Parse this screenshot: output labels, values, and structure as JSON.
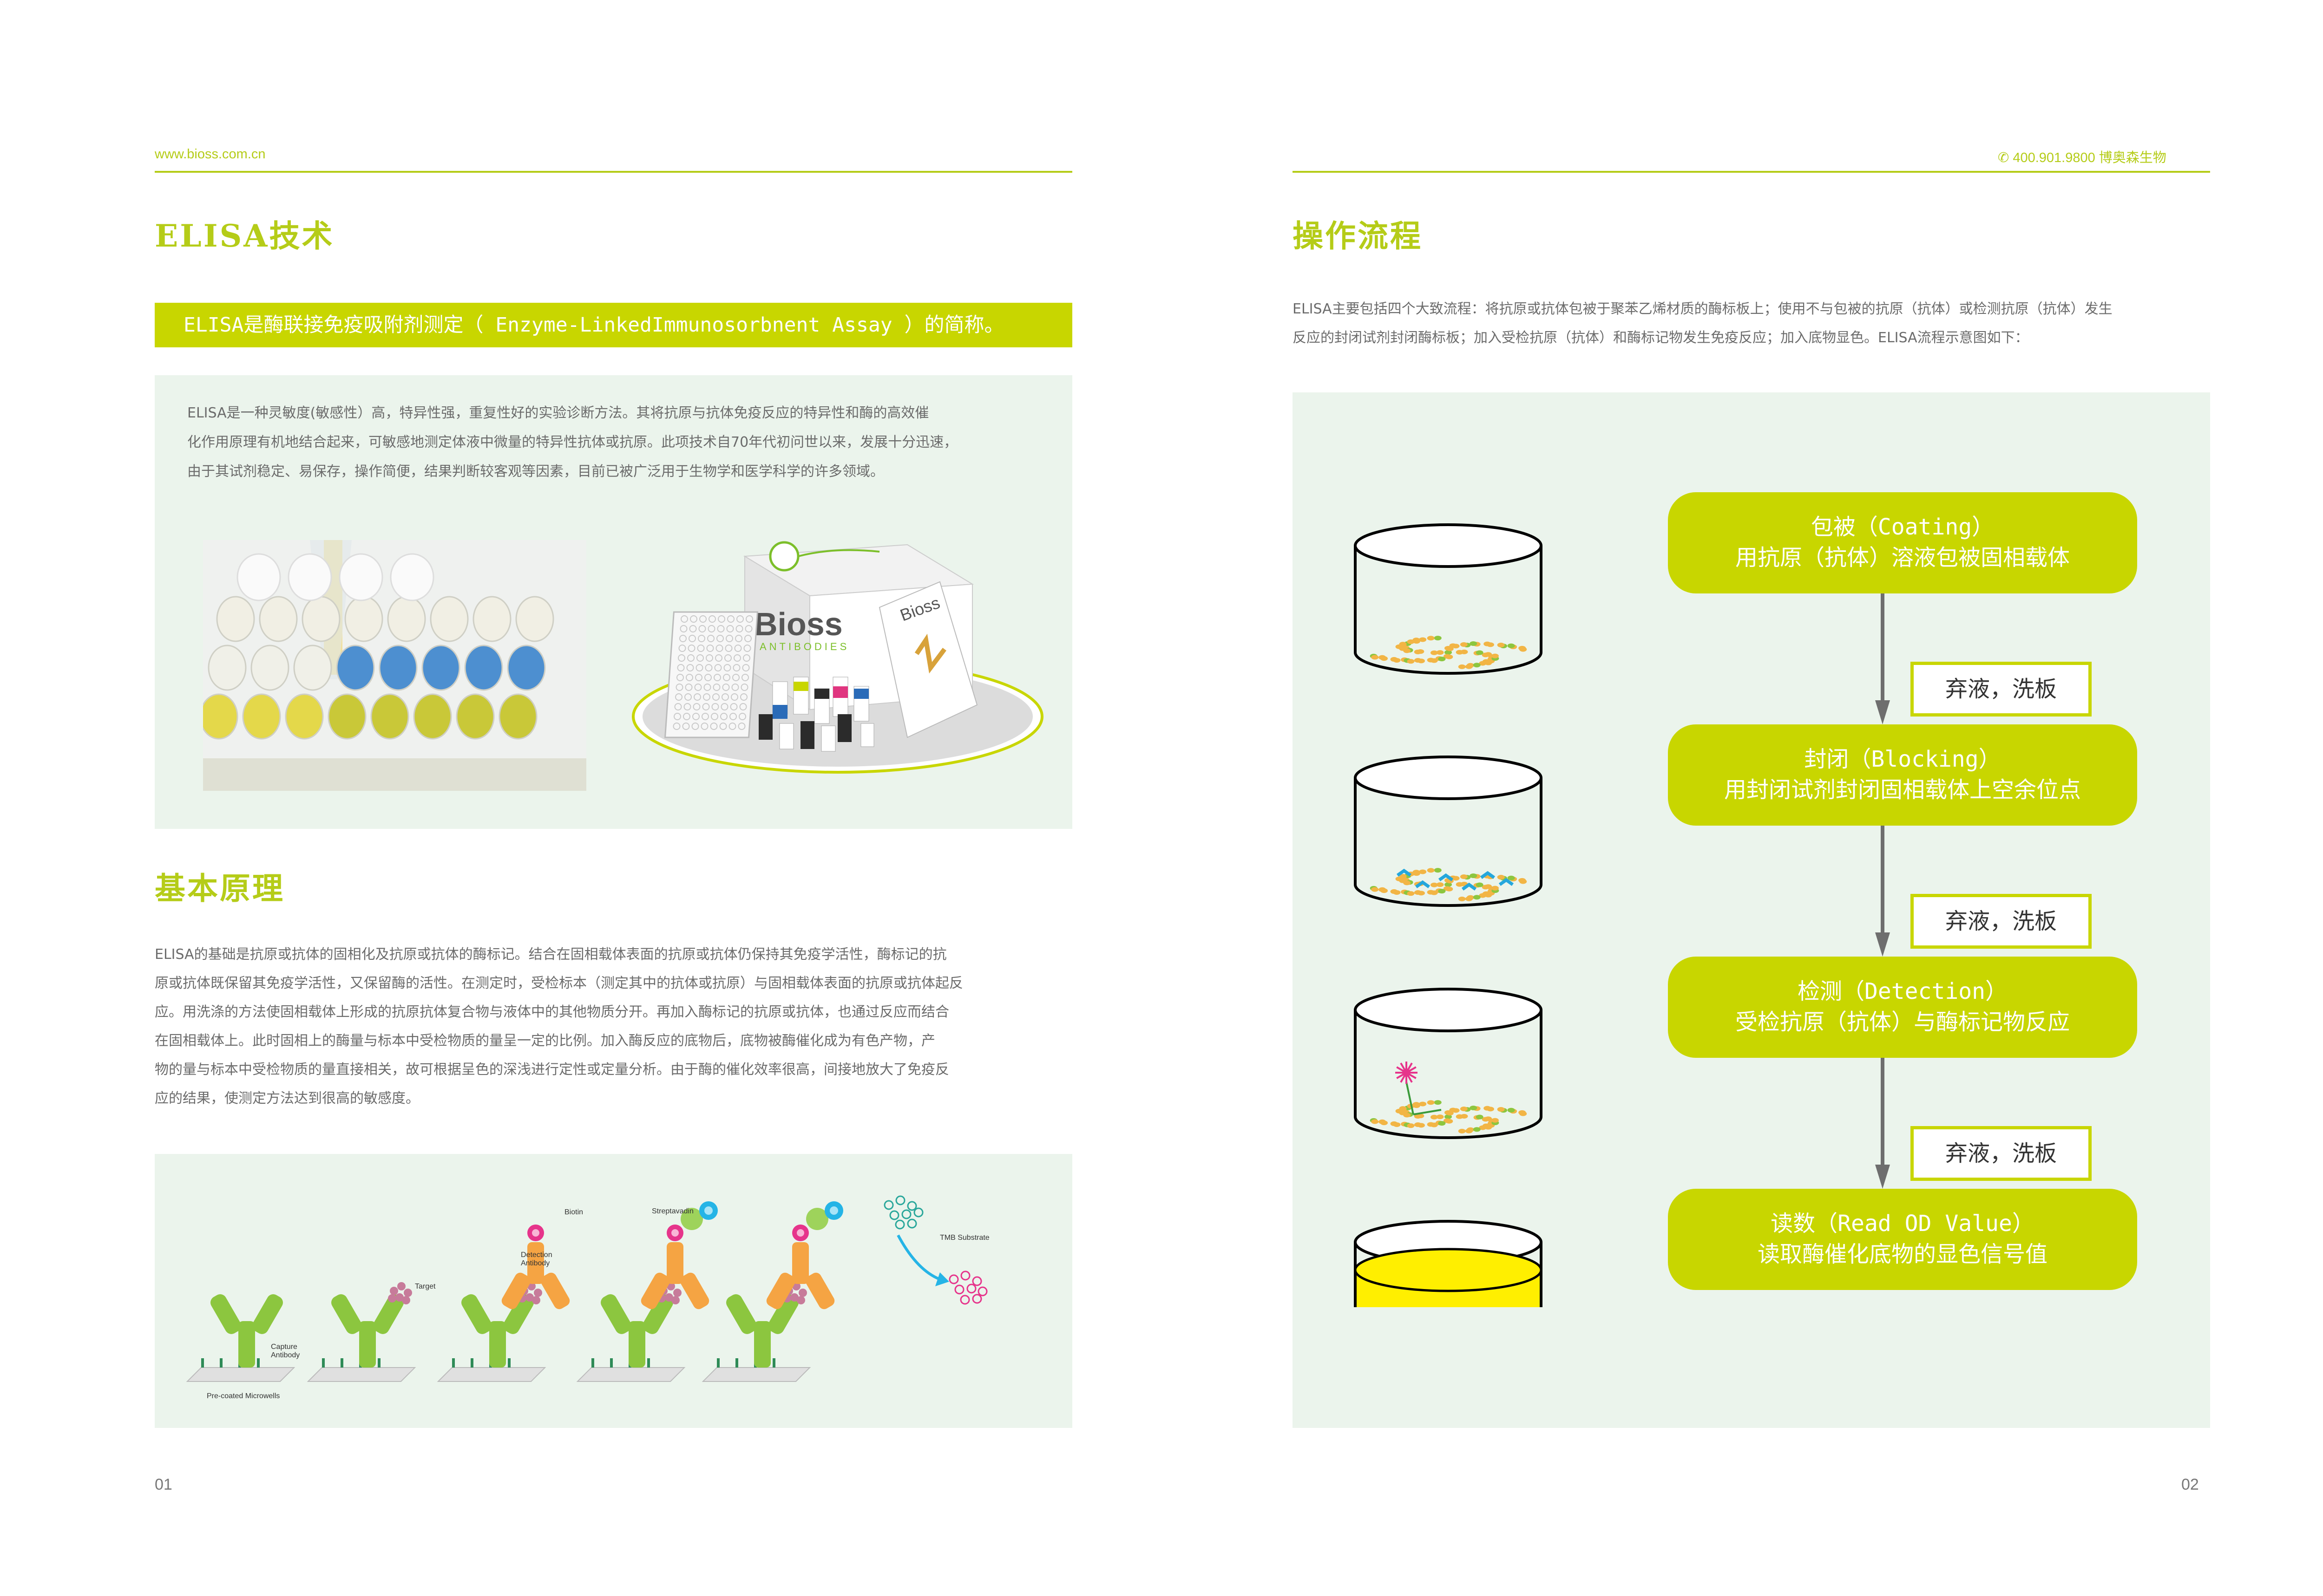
{
  "left": {
    "header_url": "www.bioss.com.cn",
    "title_elisa": "ELISA技术",
    "banner": "ELISA是酶联接免疫吸附剂测定（ Enzyme-LinkedImmunosorbnent Assay ）的简称。",
    "intro": [
      "ELISA是一种灵敏度(敏感性）高，特异性强，重复性好的实验诊断方法。其将抗原与抗体免疫反应的特异性和酶的高效催",
      "化作用原理有机地结合起来，可敏感地测定体液中微量的特异性抗体或抗原。此项技术自70年代初问世以来，发展十分迅速，",
      "由于其试剂稳定、易保存，操作简便，结果判断较客观等因素，目前已被广泛用于生物学和医学科学的许多领域。"
    ],
    "kit_brand": "Bioss",
    "kit_sub": "ANTIBODIES",
    "title_principle": "基本原理",
    "principle": [
      "ELISA的基础是抗原或抗体的固相化及抗原或抗体的酶标记。结合在固相载体表面的抗原或抗体仍保持其免疫学活性，酶标记的抗",
      "原或抗体既保留其免疫学活性，又保留酶的活性。在测定时，受检标本（测定其中的抗体或抗原）与固相载体表面的抗原或抗体起反",
      "应。用洗涤的方法使固相载体上形成的抗原抗体复合物与液体中的其他物质分开。再加入酶标记的抗原或抗体，也通过反应而结合",
      "在固相载体上。此时固相上的酶量与标本中受检物质的量呈一定的比例。加入酶反应的底物后，底物被酶催化成为有色产物，产",
      "物的量与标本中受检物质的量直接相关，故可根据呈色的深浅进行定性或定量分析。由于酶的催化效率很高，间接地放大了免疫反",
      "应的结果，使测定方法达到很高的敏感度。"
    ],
    "diagram_labels": {
      "capture": [
        "Capture",
        "Antibody"
      ],
      "microwells": "Pre-coated Microwells",
      "target": "Target",
      "detection": [
        "Detection",
        "Antibody"
      ],
      "biotin": "Biotin",
      "streptavidin": "Streptavadin",
      "tmb": "TMB Substrate"
    },
    "page_number": "01"
  },
  "right": {
    "header_phone": "400.901.9800 博奥森生物",
    "title_process": "操作流程",
    "intro": [
      "ELISA主要包括四个大致流程：将抗原或抗体包被于聚苯乙烯材质的酶标板上；使用不与包被的抗原（抗体）或检测抗原（抗体）发生",
      "反应的封闭试剂封闭酶标板；加入受检抗原（抗体）和酶标记物发生免疫反应；加入底物显色。ELISA流程示意图如下："
    ],
    "steps": [
      {
        "line1": "包被（Coating）",
        "line2": "用抗原（抗体）溶液包被固相载体"
      },
      {
        "line1": "封闭（Blocking）",
        "line2": "用封闭试剂封闭固相载体上空余位点"
      },
      {
        "line1": "检测（Detection）",
        "line2": "受检抗原（抗体）与酶标记物反应"
      },
      {
        "line1": "读数（Read OD Value）",
        "line2": "读取酶催化底物的显色信号值"
      }
    ],
    "wash_label": "弃液，洗板",
    "page_number": "02"
  },
  "colors": {
    "accent": "#c8d600",
    "title": "#b5cc18",
    "panel": "#ebf4ec",
    "arrow": "#6e6e6e",
    "substrate": "#ffef00"
  }
}
